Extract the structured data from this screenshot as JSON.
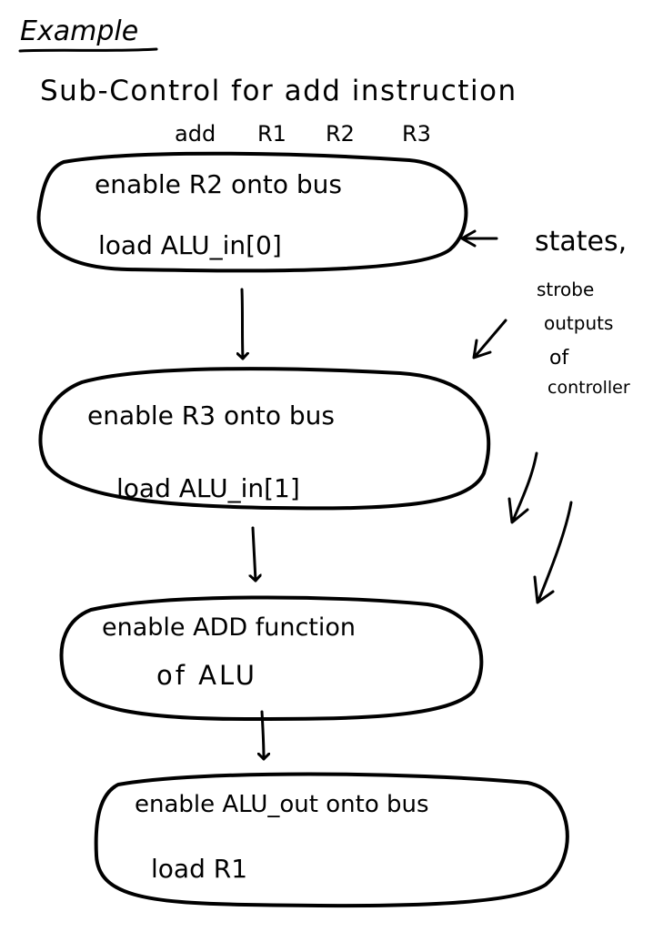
{
  "heading": "Example",
  "subtitle": "Sub-Control for add instruction",
  "instruction": {
    "mnemonic": "add",
    "operands": [
      "R1",
      "R2",
      "R3"
    ]
  },
  "states": [
    {
      "line1": "enable R2 onto bus",
      "line2": "load ALU_in[0]"
    },
    {
      "line1": "enable R3 onto bus",
      "line2": "load ALU_in[1]"
    },
    {
      "line1": "enable ADD function",
      "line2": "of ALU"
    },
    {
      "line1": "enable ALU_out onto bus",
      "line2": "load R1"
    }
  ],
  "annotation": [
    "states,",
    "strobe",
    "outputs",
    "of",
    "controller"
  ]
}
